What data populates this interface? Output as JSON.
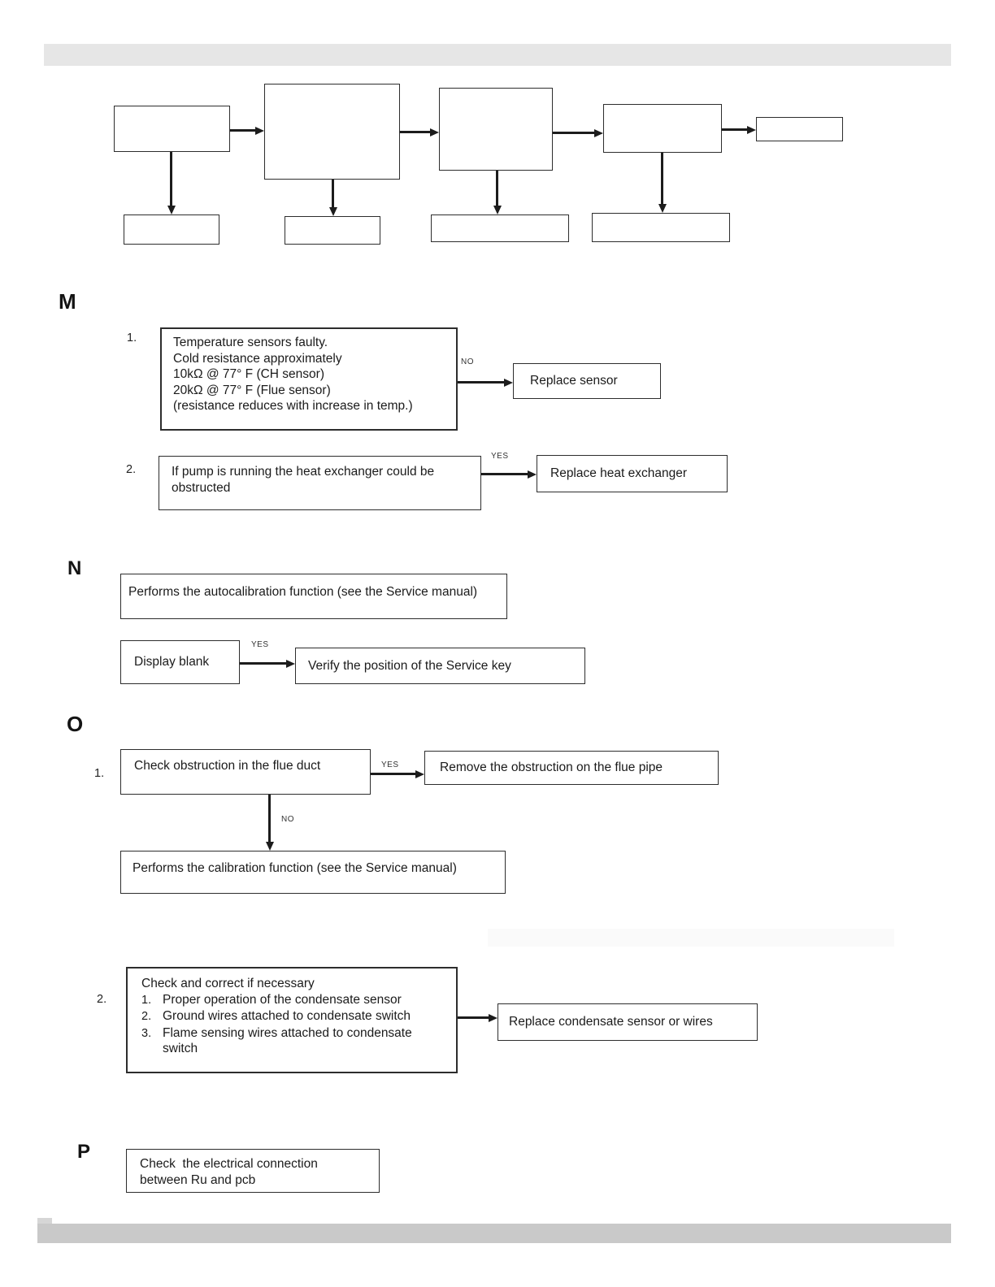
{
  "sections": {
    "m": {
      "label": "M",
      "item1_number": "1.",
      "item1_lines": [
        "Temperature sensors faulty.",
        "Cold resistance approximately",
        "10kΩ @ 77° F (CH sensor)",
        "20kΩ @ 77° F (Flue sensor)",
        "(resistance reduces with increase in temp.)"
      ],
      "item1_edge": "NO",
      "item1_action": "Replace sensor",
      "item2_number": "2.",
      "item2_text": "If pump is running the heat exchanger could be obstructed",
      "item2_edge": "YES",
      "item2_action": "Replace heat exchanger"
    },
    "n": {
      "label": "N",
      "box1": "Performs the autocalibration function (see the Service manual)",
      "box2": "Display blank",
      "edge": "YES",
      "box3": "Verify the position of the Service key"
    },
    "o": {
      "label": "O",
      "item1_number": "1.",
      "item1_check": "Check obstruction in the flue duct",
      "item1_yes": "YES",
      "item1_yes_action": "Remove the obstruction on the flue pipe",
      "item1_no": "NO",
      "item1_no_action": "Performs the calibration function (see the Service manual)",
      "item2_number": "2.",
      "item2_title": "Check and correct if necessary",
      "item2_items": [
        {
          "num": "1.",
          "text": "Proper operation of the condensate sensor"
        },
        {
          "num": "2.",
          "text": "Ground wires attached to condensate switch"
        },
        {
          "num": "3.",
          "text": "Flame sensing wires attached to condensate switch"
        }
      ],
      "item2_action": "Replace condensate sensor or wires"
    },
    "p": {
      "label": "P",
      "box_line1": "Check  the electrical connection",
      "box_line2": "between Ru and pcb"
    }
  }
}
